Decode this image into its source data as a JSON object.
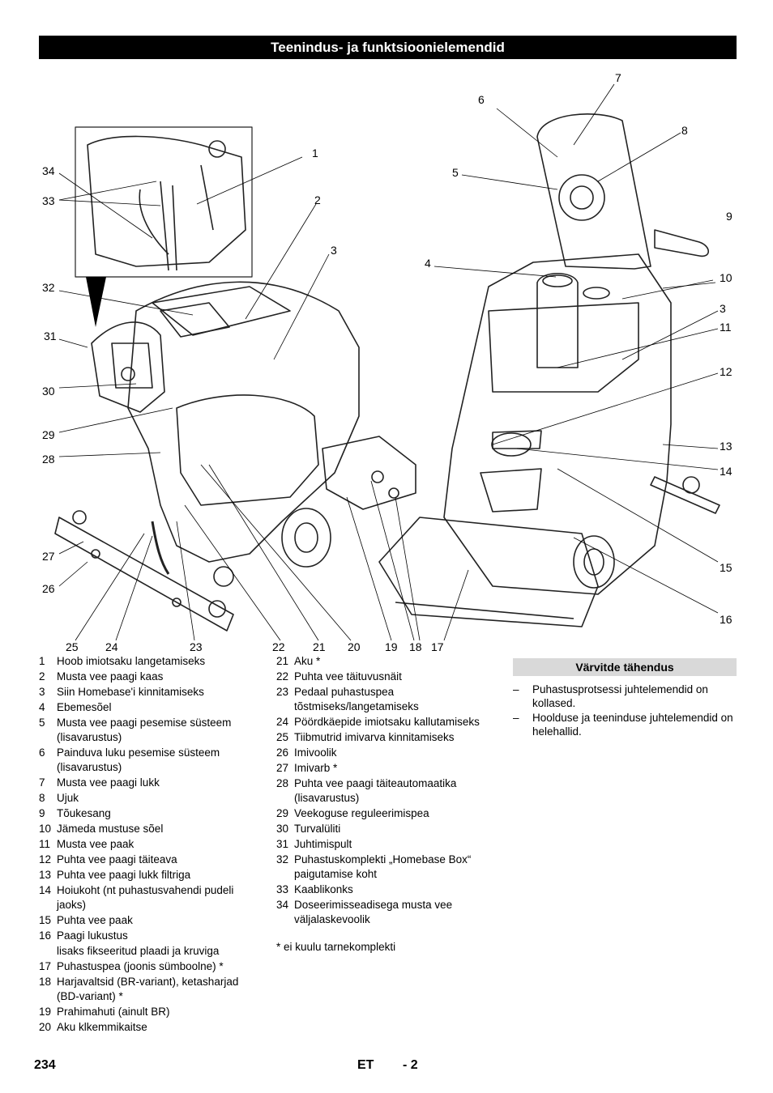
{
  "header": {
    "title": "Teenindus- ja funktsioonielemendid"
  },
  "figure": {
    "callouts": [
      "1",
      "2",
      "3",
      "4",
      "5",
      "6",
      "7",
      "8",
      "9",
      "10",
      "3",
      "11",
      "12",
      "13",
      "14",
      "15",
      "16",
      "17",
      "18",
      "19",
      "20",
      "21",
      "22",
      "23",
      "24",
      "25",
      "26",
      "27",
      "28",
      "29",
      "30",
      "31",
      "32",
      "33",
      "34"
    ]
  },
  "legend_left": [
    {
      "n": "1",
      "t": "Hoob imiotsaku langetamiseks"
    },
    {
      "n": "2",
      "t": "Musta vee paagi kaas"
    },
    {
      "n": "3",
      "t": "Siin Homebase'i kinnitamiseks"
    },
    {
      "n": "4",
      "t": "Ebemesõel"
    },
    {
      "n": "5",
      "t": "Musta vee paagi pesemise süsteem (lisavarustus)"
    },
    {
      "n": "6",
      "t": "Painduva luku pesemise süsteem (lisavarustus)"
    },
    {
      "n": "7",
      "t": "Musta vee paagi lukk"
    },
    {
      "n": "8",
      "t": "Ujuk"
    },
    {
      "n": "9",
      "t": "Tõukesang"
    },
    {
      "n": "10",
      "t": "Jämeda mustuse sõel"
    },
    {
      "n": "11",
      "t": "Musta vee paak"
    },
    {
      "n": "12",
      "t": "Puhta vee paagi täiteava"
    },
    {
      "n": "13",
      "t": "Puhta vee paagi lukk filtriga"
    },
    {
      "n": "14",
      "t": "Hoiukoht (nt puhastusvahendi pudeli jaoks)"
    },
    {
      "n": "15",
      "t": "Puhta vee paak"
    },
    {
      "n": "16",
      "t": "Paagi lukustus"
    },
    {
      "n": "",
      "t": "lisaks fikseeritud plaadi ja kruviga"
    },
    {
      "n": "17",
      "t": "Puhastuspea (joonis sümboolne) *"
    },
    {
      "n": "18",
      "t": "Harjavaltsid (BR-variant), ketasharjad (BD-variant) *"
    },
    {
      "n": "19",
      "t": "Prahimahuti (ainult BR)"
    },
    {
      "n": "20",
      "t": "Aku klkemmikaitse"
    }
  ],
  "legend_right": [
    {
      "n": "21",
      "t": "Aku *"
    },
    {
      "n": "22",
      "t": "Puhta vee täituvusnäit"
    },
    {
      "n": "23",
      "t": "Pedaal puhastuspea tõstmiseks/langetamiseks"
    },
    {
      "n": "24",
      "t": "Pöördkäepide imiotsaku kallutamiseks"
    },
    {
      "n": "25",
      "t": "Tiibmutrid imivarva kinnitamiseks"
    },
    {
      "n": "26",
      "t": "Imivoolik"
    },
    {
      "n": "27",
      "t": "Imivarb *"
    },
    {
      "n": "28",
      "t": "Puhta vee paagi täiteautomaatika (lisavarustus)"
    },
    {
      "n": "29",
      "t": "Veekoguse reguleerimispea"
    },
    {
      "n": "30",
      "t": "Turvalüliti"
    },
    {
      "n": "31",
      "t": "Juhtimispult"
    },
    {
      "n": "32",
      "t": "Puhastuskomplekti „Homebase Box“ paigutamise koht"
    },
    {
      "n": "33",
      "t": "Kaablikonks"
    },
    {
      "n": "34",
      "t": "Doseerimisseadisega musta vee väljalaskevoolik"
    }
  ],
  "footnote": "* ei kuulu tarnekomplekti",
  "color_meaning": {
    "heading": "Värvitde tähendus",
    "items": [
      "Puhastusprotsessi juhtelemendid on kollased.",
      "Hoolduse ja teeninduse juhtelemendid on helehallid."
    ]
  },
  "footer": {
    "page": "234",
    "lang": "ET",
    "sub": "- 2"
  }
}
